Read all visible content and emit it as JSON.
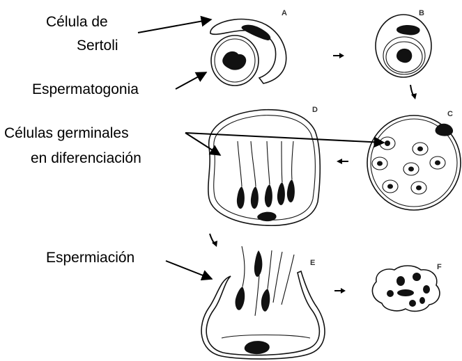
{
  "labels": {
    "sertoli_line1": "Célula de",
    "sertoli_line2": "Sertoli",
    "spermatogonia": "Espermatogonia",
    "germinal_line1": "Células germinales",
    "germinal_line2": "en diferenciación",
    "spermiation": "Espermiación"
  },
  "panels": [
    "A",
    "B",
    "C",
    "D",
    "E",
    "F"
  ]
}
